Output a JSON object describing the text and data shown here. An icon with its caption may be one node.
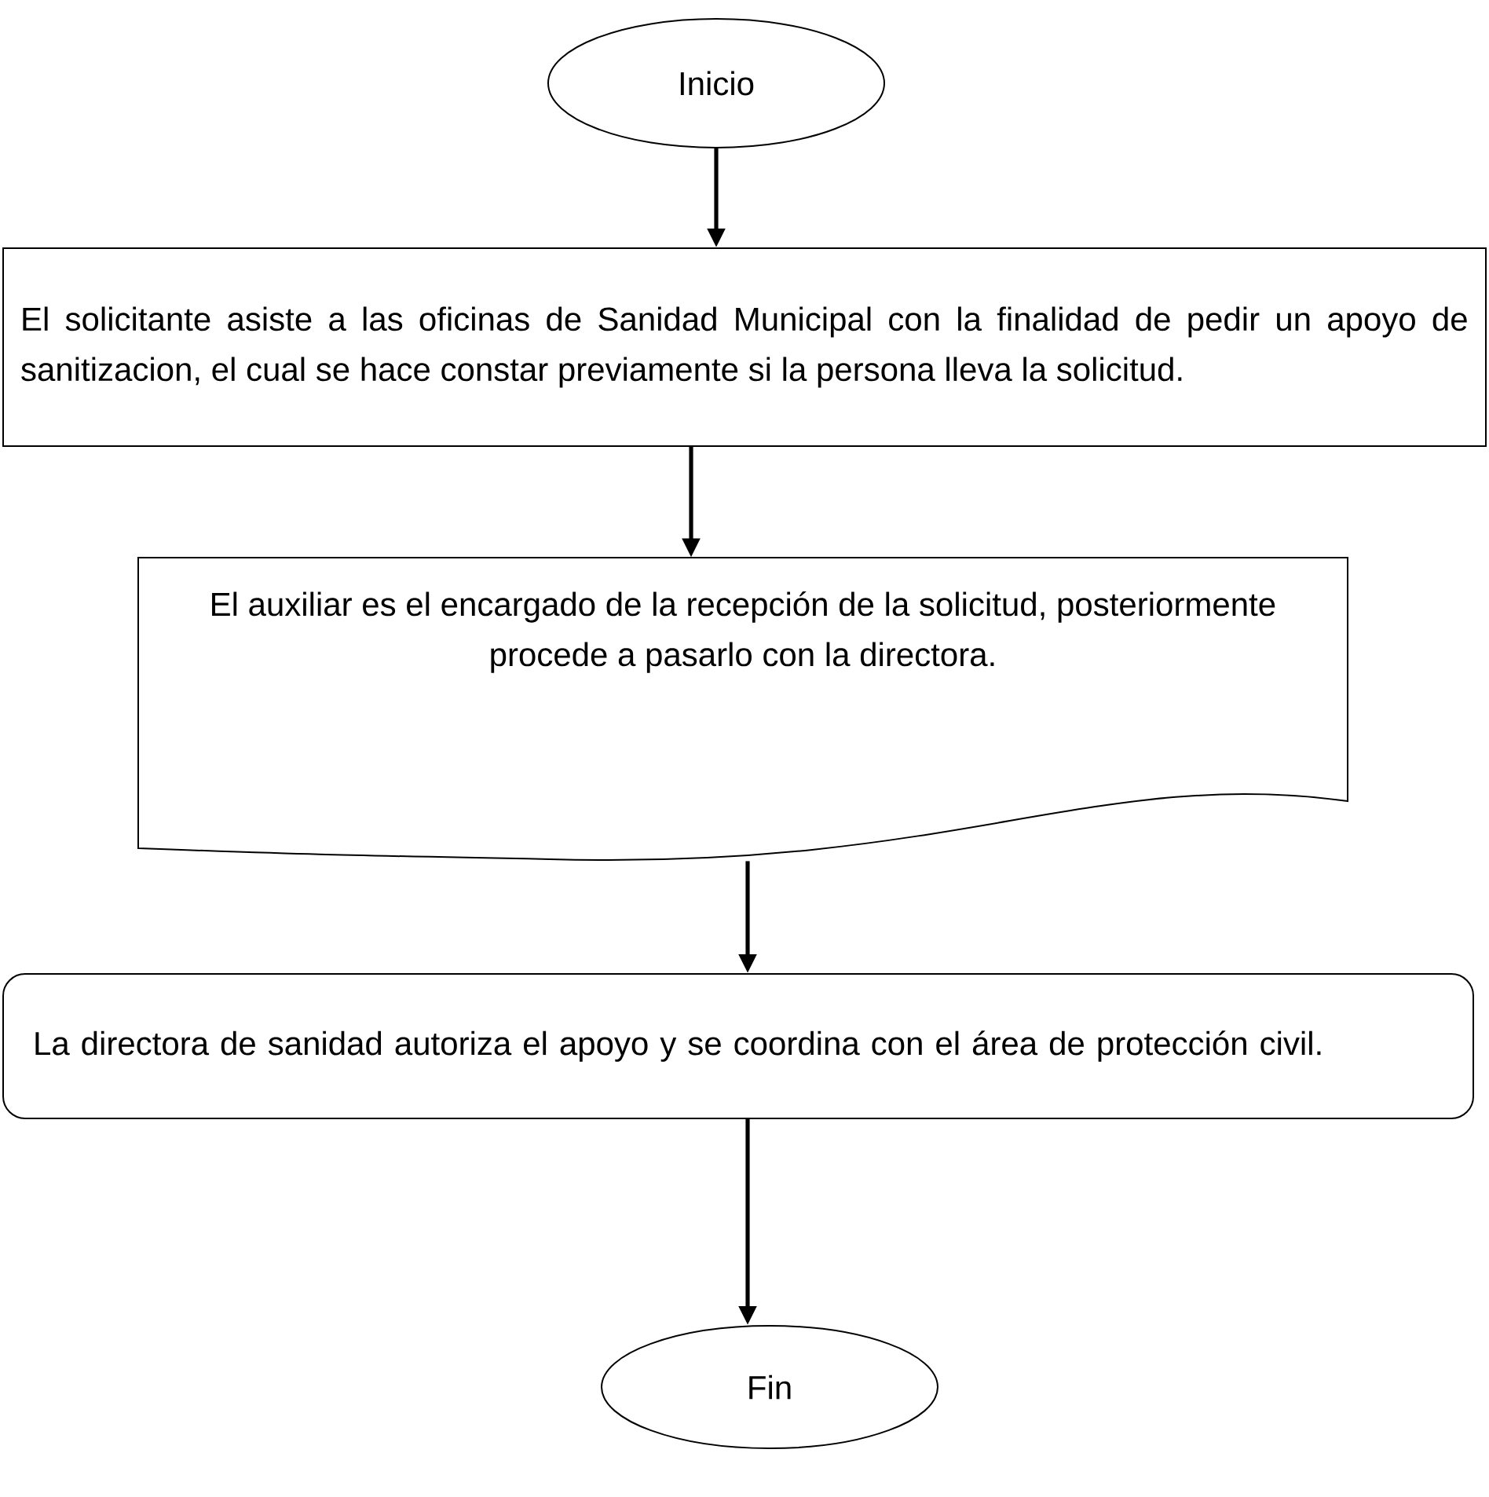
{
  "diagram": {
    "nodes": [
      {
        "text": [
          "Inicio"
        ]
      },
      {
        "text": [
          "El solicitante asiste a las oficinas de Sanidad Municipal con la finalidad de pedir un apoyo de sanitizacion, el cual se hace constar previamente si la persona lleva la solicitud."
        ]
      },
      {
        "text": [
          "El auxiliar es el encargado de la recepción de la solicitud, posteriormente procede a pasarlo con la directora."
        ]
      },
      {
        "text": [
          "La directora de sanidad autoriza el apoyo y se coordina con el área de protección civil."
        ]
      },
      {
        "text": [
          "Fin"
        ]
      }
    ],
    "edges": [
      {
        "from": 0,
        "to": 1,
        "arrow": "to"
      },
      {
        "from": 1,
        "to": 2,
        "arrow": "to"
      },
      {
        "from": 2,
        "to": 3,
        "arrow": "to"
      },
      {
        "from": 3,
        "to": 4,
        "arrow": "to"
      }
    ]
  }
}
